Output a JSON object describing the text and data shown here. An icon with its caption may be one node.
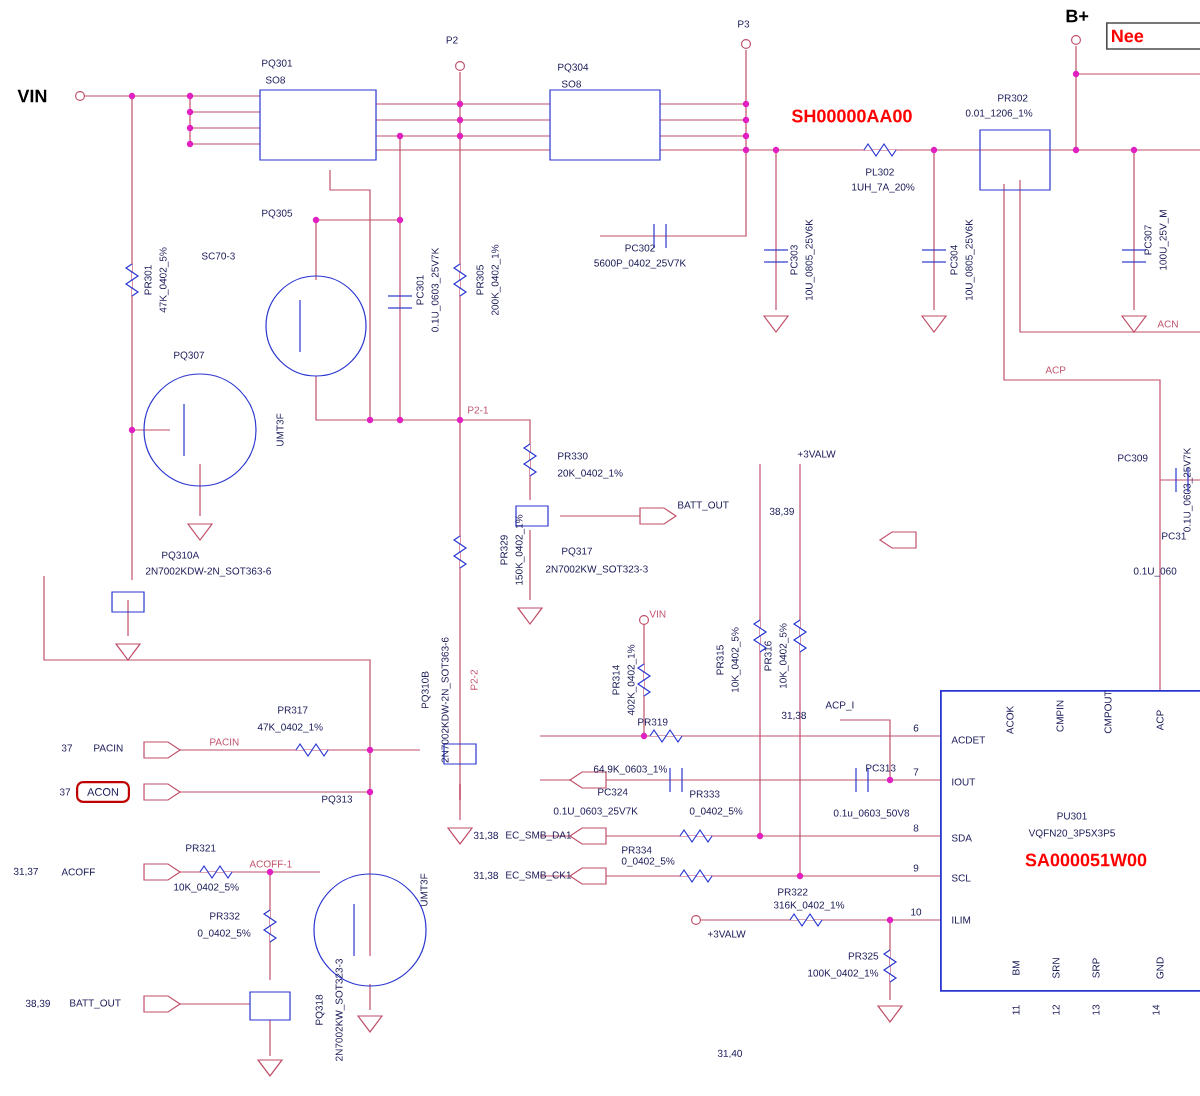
{
  "diagram": {
    "nodes": [
      {
        "text": [
          "Nee"
        ]
      },
      {
        "text": [
          "ACON"
        ],
        "beside": [
          "37"
        ]
      },
      {
        "text": [
          "ACOK",
          "CMPIN",
          "CMPOUT",
          "ACP",
          "ACDET",
          "IOUT",
          "SDA",
          "SCL",
          "ILIM",
          "PU301",
          "VQFN20_3P5X3P5",
          "SA000051W00",
          "BM",
          "SRN",
          "SRP",
          "GND"
        ]
      }
    ],
    "labels": [
      "VIN",
      "P2",
      "PQ301",
      "SO8",
      "PQ304",
      "SO8",
      "P3",
      "B+",
      "SH00000AA00",
      "PR302",
      "0.01_1206_1%",
      "PL302",
      "1UH_7A_20%",
      "PC302",
      "5600P_0402_25V7K",
      "PC303",
      "10U_0805_25V6K",
      "PC304",
      "10U_0805_25V6K",
      "PC307",
      "100U_25V_M",
      "ACN",
      "ACP",
      "PR301",
      "47K_0402_5%",
      "PQ305",
      "SC70-3",
      "PC301",
      "0.1U_0603_25V7K",
      "PR305",
      "200K_0402_1%",
      "PQ307",
      "UMT3F",
      "P2-1",
      "PR330",
      "20K_0402_1%",
      "+3VALW",
      "BATT_OUT",
      "38,39",
      "PC309",
      "0.1U_0603_25V7K",
      "PR329",
      "150K_0402_1%",
      "PQ317",
      "2N7002KW_SOT323-3",
      "PC31",
      "0.1U_060",
      "PQ310A",
      "2N7002KDW-2N_SOT363-6",
      "VIN",
      "PR314",
      "402K_0402_1%",
      "PR315",
      "10K_0402_5%",
      "PR316",
      "10K_0402_5%",
      "31,38",
      "ACP_I",
      "PQ310B",
      "2N7002KDW-2N_SOT363-6",
      "P2-2",
      "PR319",
      "64.9K_0603_1%",
      "37",
      "PACIN",
      "PACIN",
      "PR317",
      "47K_0402_1%",
      "PC324",
      "0.1U_0603_25V7K",
      "PR333",
      "0_0402_5%",
      "PC313",
      "0.1u_0603_50V8",
      "PQ313",
      "31,38",
      "EC_SMB_DA1",
      "PR334",
      "0_0402_5%",
      "31,37",
      "ACOFF",
      "PR321",
      "10K_0402_5%",
      "ACOFF-1",
      "31,38",
      "EC_SMB_CK1",
      "UMT3F",
      "PR332",
      "0_0402_5%",
      "PR322",
      "316K_0402_1%",
      "+3VALW",
      "PR325",
      "100K_0402_1%",
      "38,39",
      "BATT_OUT",
      "PQ318",
      "2N7002KW_SOT323-3",
      "31,40",
      "6",
      "7",
      "8",
      "9",
      "10",
      "11",
      "12",
      "13",
      "14"
    ]
  }
}
